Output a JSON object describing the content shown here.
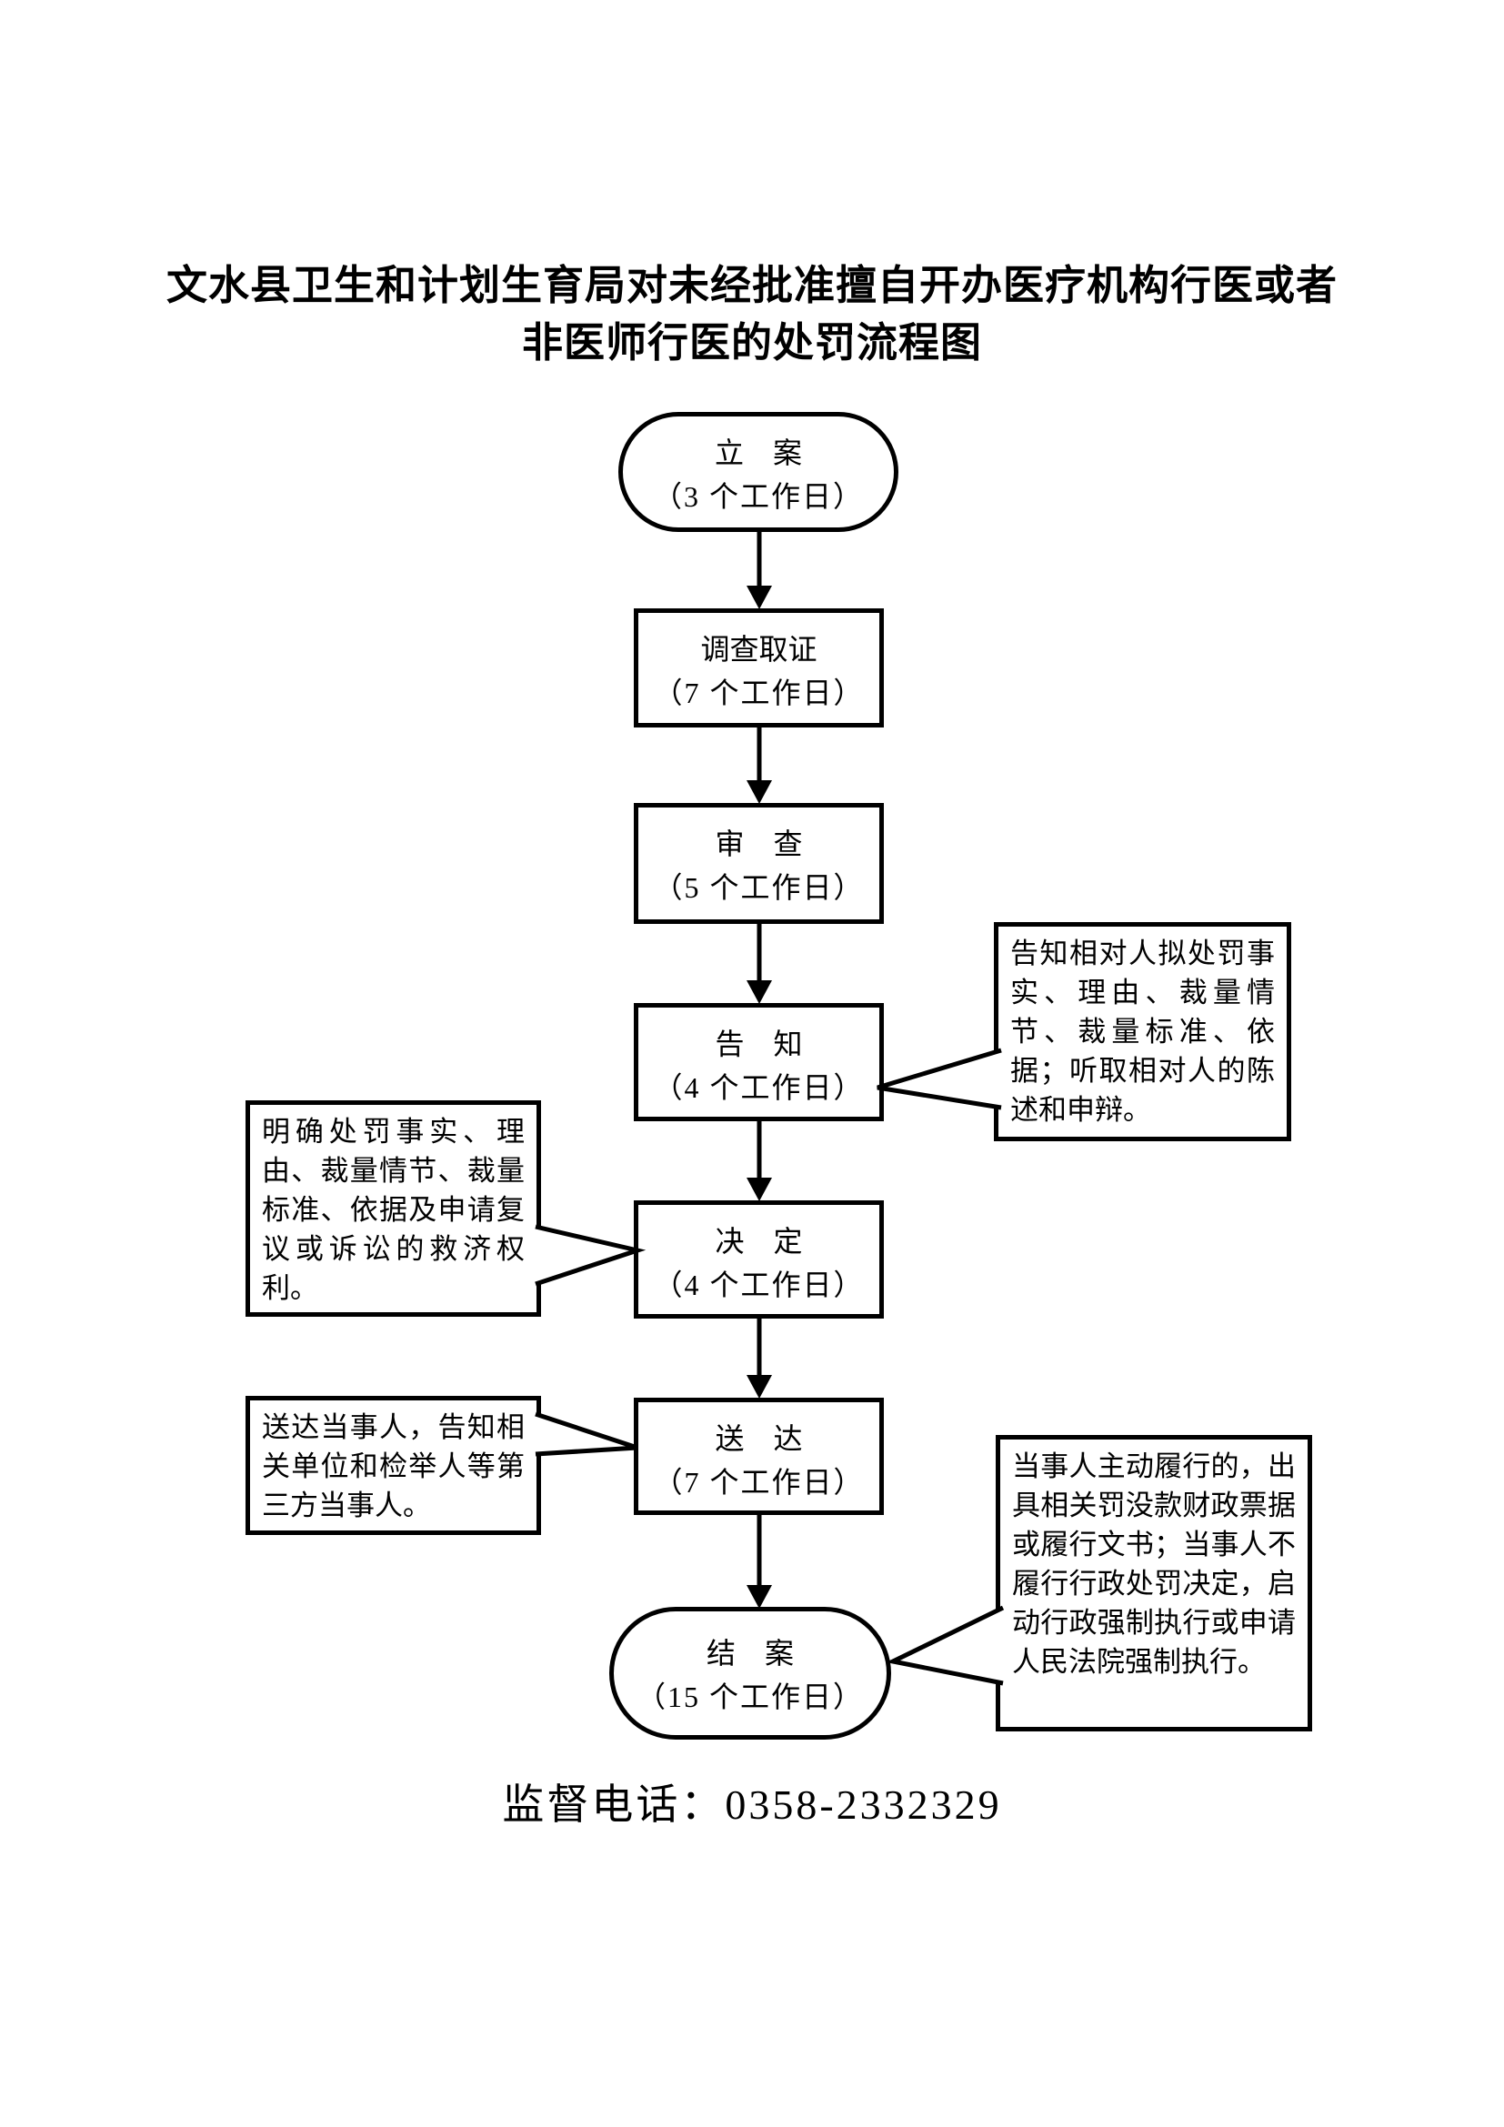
{
  "page": {
    "title_line1": "文水县卫生和计划生育局对未经批准擅自开办医疗机构行医或者",
    "title_line2": "非医师行医的处罚流程图",
    "phone_line": "监督电话：0358-2332329",
    "ink_color": "#000000",
    "paper_color": "#ffffff"
  },
  "flow": {
    "nodes": [
      {
        "id": "case-filing",
        "shape": "stadium",
        "label": "立　案",
        "duration": "（3 个工作日）"
      },
      {
        "id": "investigation",
        "shape": "rectangle",
        "label": "调查取证",
        "duration": "（7 个工作日）"
      },
      {
        "id": "review",
        "shape": "rectangle",
        "label": "审　查",
        "duration": "（5 个工作日）"
      },
      {
        "id": "notification",
        "shape": "rectangle",
        "label": "告　知",
        "duration": "（4 个工作日）"
      },
      {
        "id": "decision",
        "shape": "rectangle",
        "label": "决　定",
        "duration": "（4 个工作日）"
      },
      {
        "id": "delivery",
        "shape": "rectangle",
        "label": "送　达",
        "duration": "（7 个工作日）"
      },
      {
        "id": "case-closing",
        "shape": "stadium",
        "label": "结　案",
        "duration": "（15 个工作日）"
      }
    ],
    "annotations": [
      {
        "id": "notification-note",
        "side": "right",
        "text": "告知相对人拟处罚事实、理由、裁量情节、裁量标准、依据；听取相对人的陈述和申辩。"
      },
      {
        "id": "decision-note",
        "side": "left",
        "text": "明确处罚事实、理由、裁量情节、裁量标准、依据及申请复议或诉讼的救济权利。"
      },
      {
        "id": "delivery-note",
        "side": "left",
        "text": "送达当事人，告知相关单位和检举人等第三方当事人。"
      },
      {
        "id": "closing-note",
        "side": "right",
        "text": "当事人主动履行的，出具相关罚没款财政票据或履行文书；当事人不履行行政处罚决定，启动行政强制执行或申请人民法院强制执行。"
      }
    ]
  }
}
